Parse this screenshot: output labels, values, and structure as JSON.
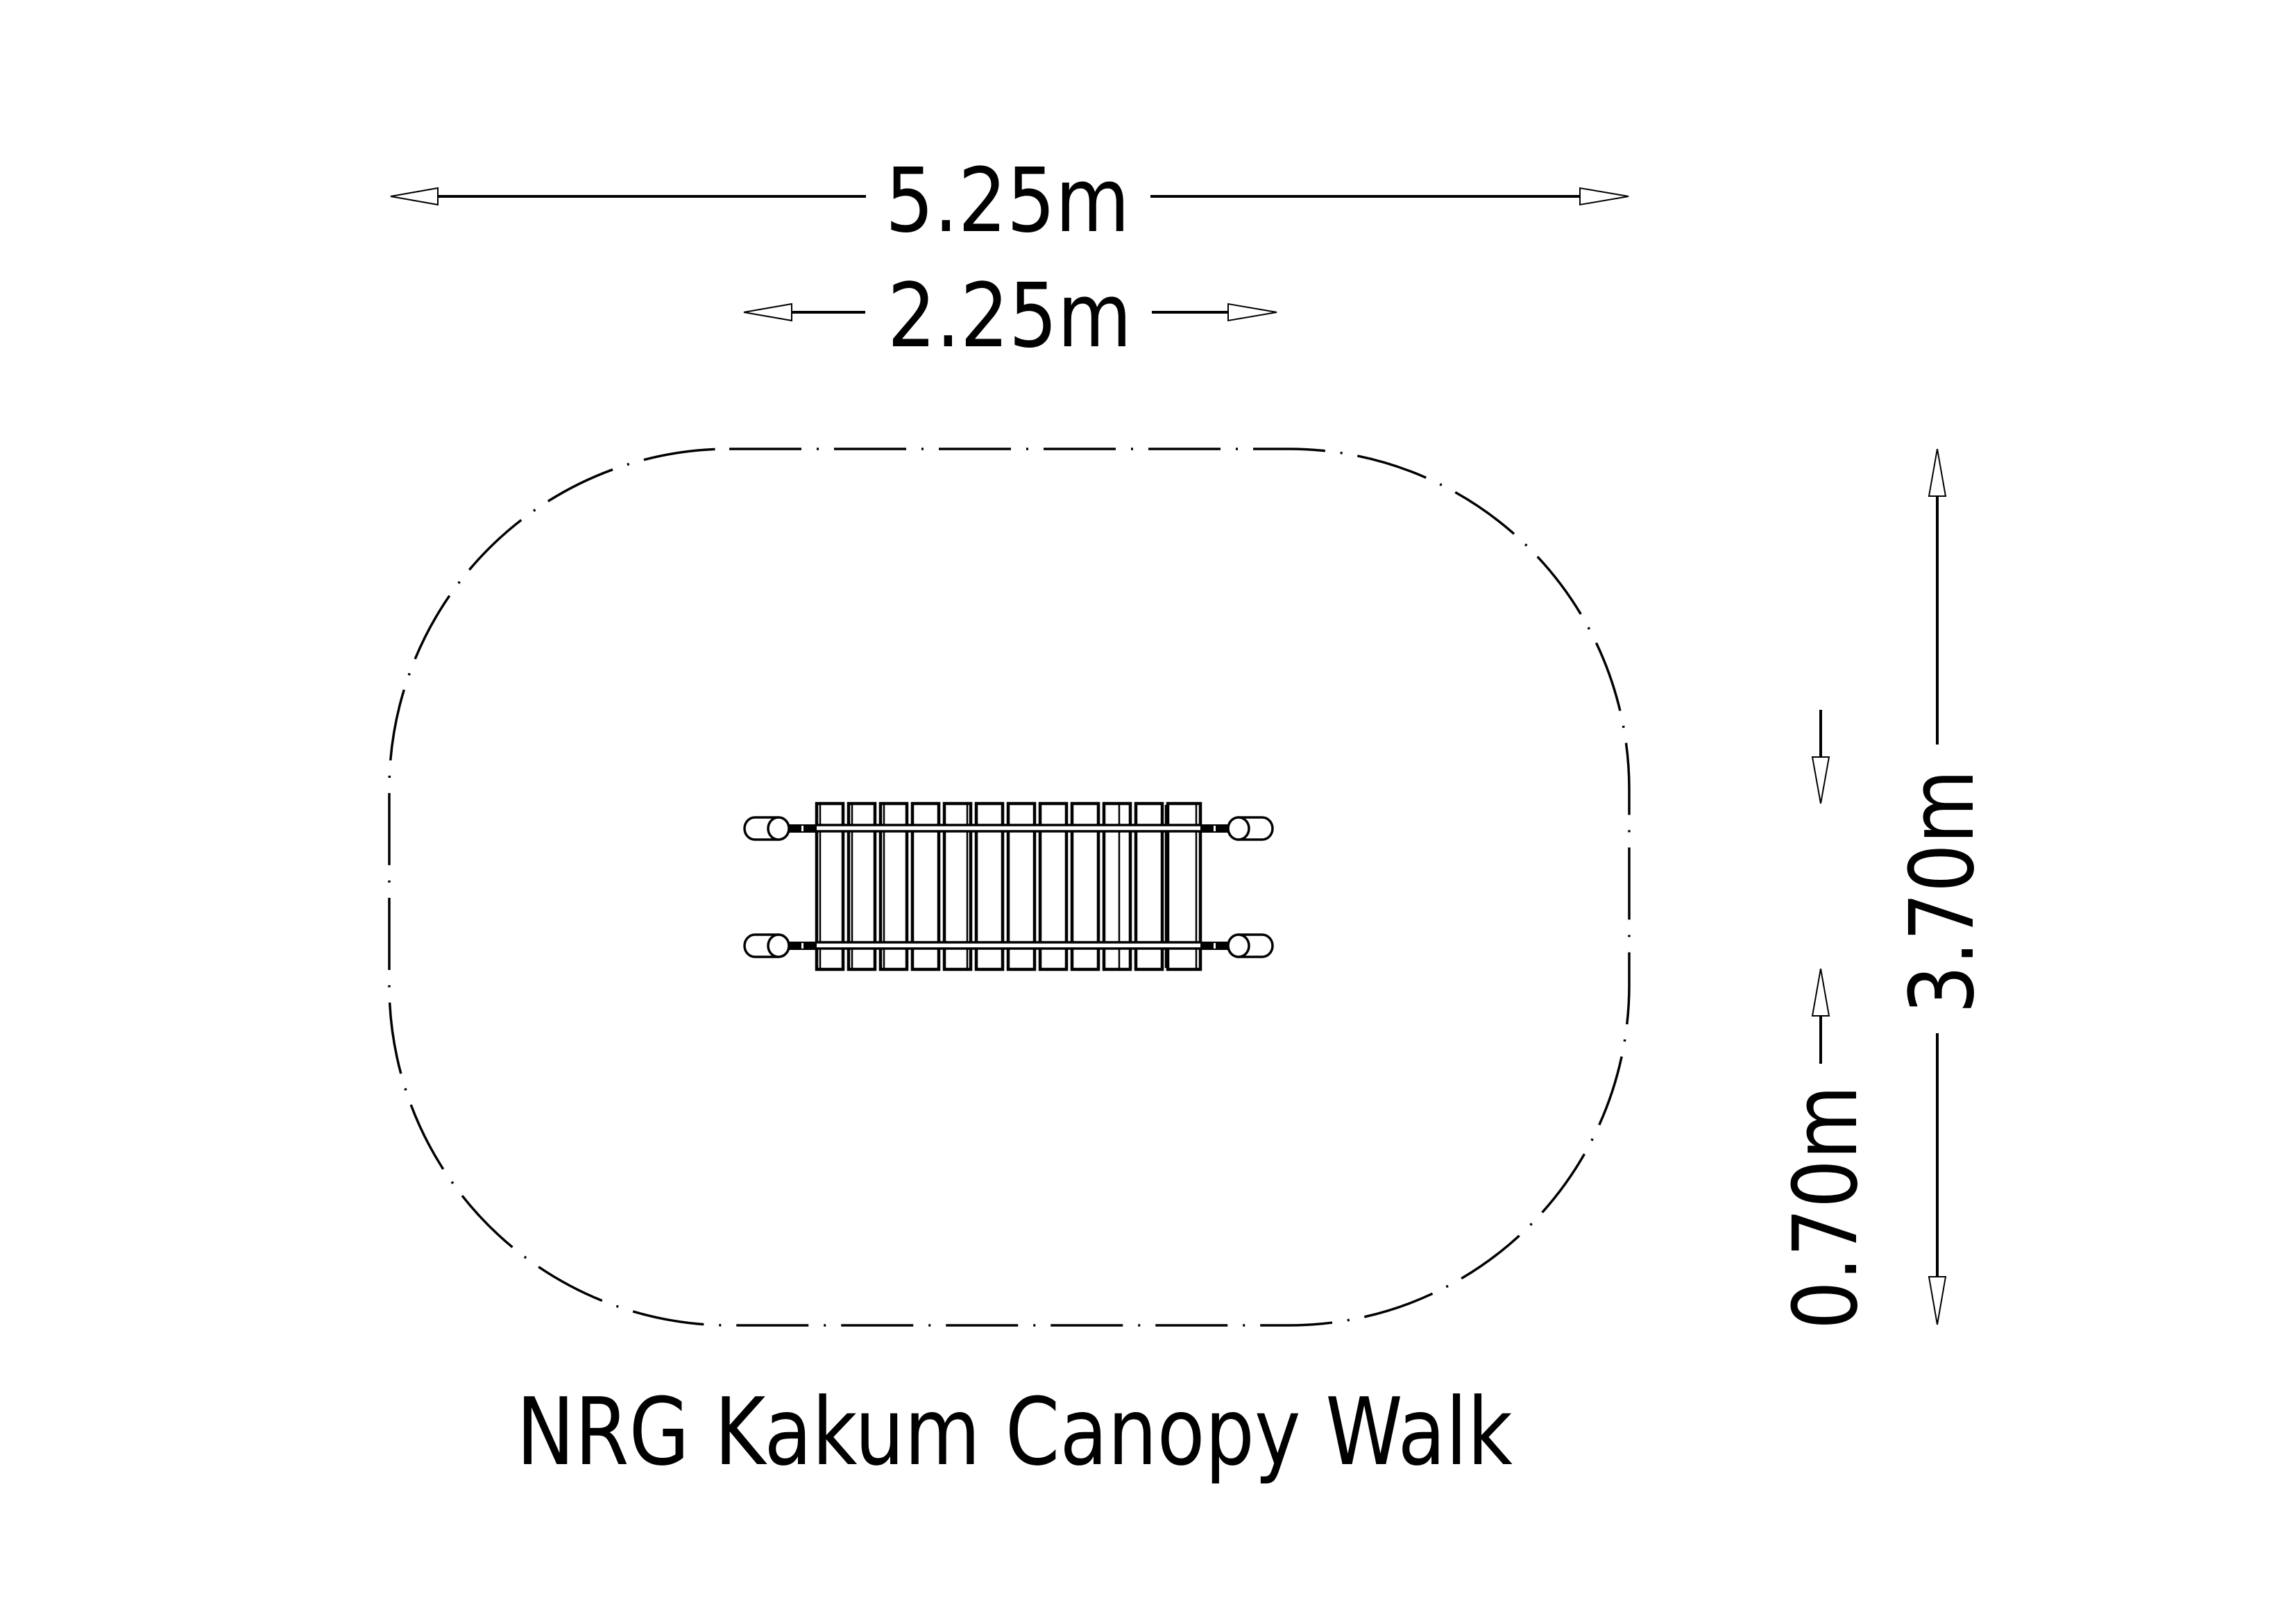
{
  "drawing": {
    "title": "NRG Kakum Canopy Walk",
    "colors": {
      "line": "#000000",
      "background": "#ffffff"
    }
  },
  "dimensions": {
    "overall_width": {
      "label": "5.25m",
      "value_m": 5.25,
      "orientation": "horizontal"
    },
    "equipment_width": {
      "label": "2.25m",
      "value_m": 2.25,
      "orientation": "horizontal"
    },
    "overall_depth": {
      "label": "3.70m",
      "value_m": 3.7,
      "orientation": "vertical"
    },
    "equipment_depth": {
      "label": "0.70m",
      "value_m": 0.7,
      "orientation": "vertical"
    }
  },
  "equipment": {
    "name": "NRG Kakum Canopy Walk",
    "plank_count": 12,
    "cable_count": 2,
    "end_anchor_count": 4
  },
  "safety_zone": {
    "shape": "rounded-rectangle",
    "line_style": "dash-dot"
  }
}
